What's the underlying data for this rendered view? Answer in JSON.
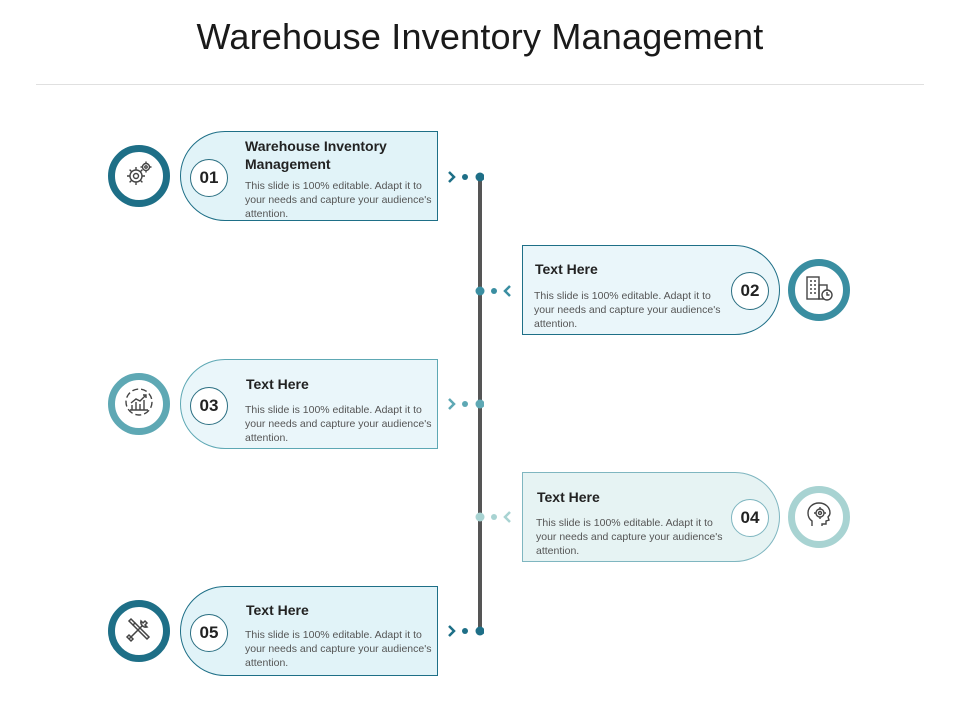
{
  "title": "Warehouse Inventory Management",
  "items": [
    {
      "number": "01",
      "heading": "Warehouse Inventory Management",
      "body": "This slide is 100% editable. Adapt it to your needs and capture your audience's attention.",
      "icon": "gear-icon",
      "color": "#1e6f87"
    },
    {
      "number": "02",
      "heading": "Text Here",
      "body": "This slide is 100% editable. Adapt it to your needs and capture your audience's attention.",
      "icon": "building-icon",
      "color": "#3a8ea1"
    },
    {
      "number": "03",
      "heading": "Text Here",
      "body": "This slide is 100% editable. Adapt it to your needs and capture your audience's attention.",
      "icon": "growth-chart-icon",
      "color": "#5ea8b4"
    },
    {
      "number": "04",
      "heading": "Text Here",
      "body": "This slide is 100% editable. Adapt it to your needs and capture your audience's attention.",
      "icon": "head-gear-icon",
      "color": "#a8d3d2"
    },
    {
      "number": "05",
      "heading": "Text Here",
      "body": "This slide is 100% editable. Adapt it to your needs and capture your audience's attention.",
      "icon": "tools-icon",
      "color": "#1e6f87"
    }
  ]
}
